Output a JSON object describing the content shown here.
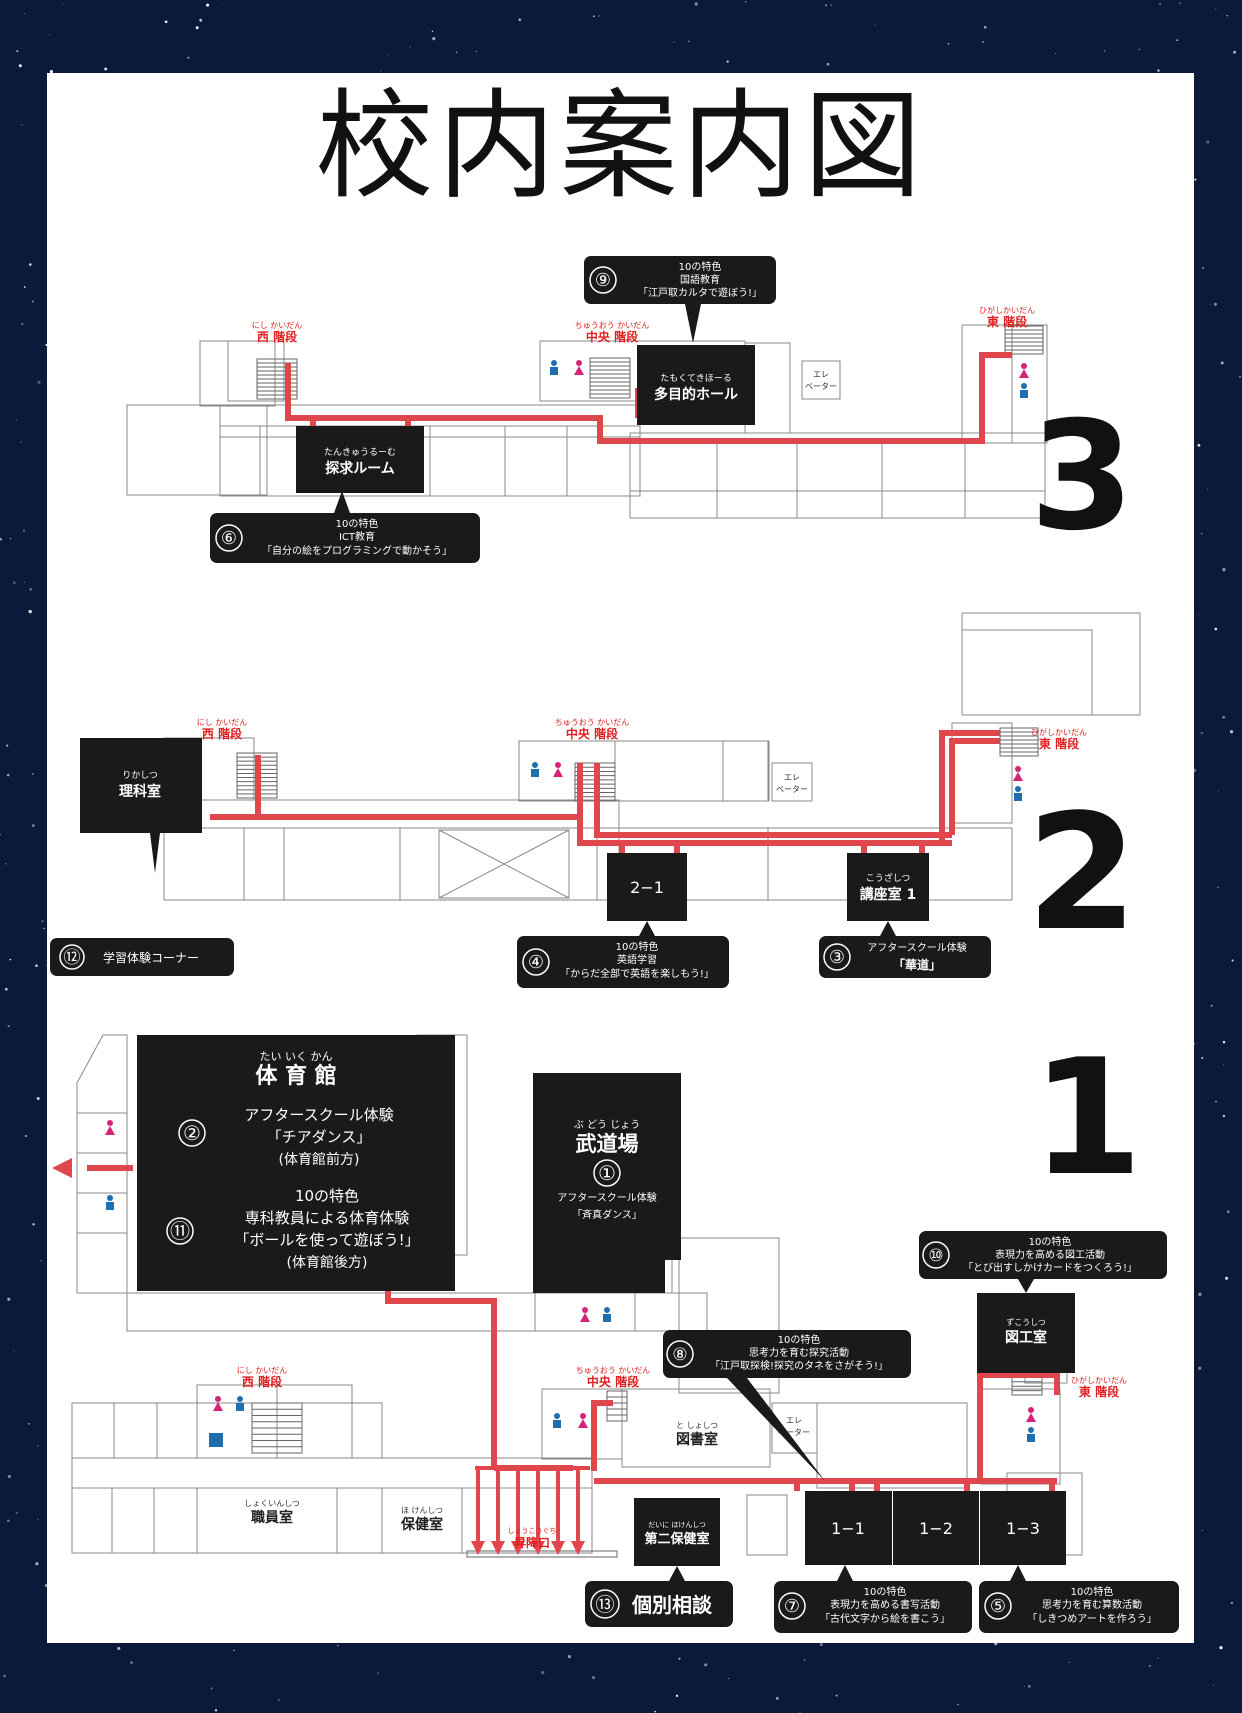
{
  "title": "校内案内図",
  "floors": {
    "f3": {
      "number": "3",
      "stairs_west": {
        "ruby": "にし かいだん",
        "label": "西 階段"
      },
      "stairs_center": {
        "ruby": "ちゅうおう かいだん",
        "label": "中央 階段"
      },
      "stairs_east": {
        "ruby": "ひがしかいだん",
        "label": "東 階段"
      },
      "elevator": {
        "line1": "エレ",
        "line2": "ベーター"
      },
      "room_hall": {
        "ruby": "たもくてきほーる",
        "label": "多目的ホール"
      },
      "room_inquiry": {
        "ruby": "たんきゅうるーむ",
        "label": "探求ルーム"
      },
      "callout_9": {
        "num": "⑨",
        "line1": "10の特色",
        "line2": "国語教育",
        "line3": "「江戸取カルタで遊ぼう!」"
      },
      "callout_6": {
        "num": "⑥",
        "line1": "10の特色",
        "line2": "ICT教育",
        "line3": "「自分の絵をプログラミングで動かそう」"
      }
    },
    "f2": {
      "number": "2",
      "stairs_west": {
        "ruby": "にし かいだん",
        "label": "西 階段"
      },
      "stairs_center": {
        "ruby": "ちゅうおう かいだん",
        "label": "中央 階段"
      },
      "stairs_east": {
        "ruby": "ひがしかいだん",
        "label": "東 階段"
      },
      "elevator": {
        "line1": "エレ",
        "line2": "ベーター"
      },
      "room_science": {
        "ruby": "りかしつ",
        "label": "理科室"
      },
      "room_21": {
        "label": "2−1"
      },
      "room_lecture": {
        "ruby": "こうざしつ",
        "label": "講座室 1"
      },
      "callout_12": {
        "num": "⑫",
        "line1": "学習体験コーナー"
      },
      "callout_4": {
        "num": "④",
        "line1": "10の特色",
        "line2": "英語学習",
        "line3": "「からだ全部で英語を楽しもう!」"
      },
      "callout_3": {
        "num": "③",
        "line1": "アフタースクール体験",
        "line2": "「華道」"
      }
    },
    "f1": {
      "number": "1",
      "gym": {
        "ruby": "たい いく かん",
        "label": "体 育 館",
        "n2": "②",
        "a1": "アフタースクール体験",
        "a2": "「チアダンス」",
        "a3": "(体育館前方)",
        "n11": "⑪",
        "b1": "10の特色",
        "b2": "専科教員による体育体験",
        "b3": "「ボールを使って遊ぼう!」",
        "b4": "(体育館後方)"
      },
      "budo": {
        "ruby": "ぶ どう じょう",
        "label": "武道場",
        "num": "①",
        "line1": "アフタースクール体験",
        "line2": "「斉真ダンス」"
      },
      "stairs_west": {
        "ruby": "にし かいだん",
        "label": "西 階段"
      },
      "stairs_center": {
        "ruby": "ちゅうおう かいだん",
        "label": "中央 階段"
      },
      "stairs_east": {
        "ruby": "ひがしかいだん",
        "label": "東 階段"
      },
      "elevator": {
        "line1": "エレ",
        "line2": "ベーター"
      },
      "room_library": {
        "ruby": "と しょしつ",
        "label": "図書室"
      },
      "room_staff": {
        "ruby": "しょくいんしつ",
        "label": "職員室"
      },
      "room_health": {
        "ruby": "ほ けんしつ",
        "label": "保健室"
      },
      "entrance": {
        "ruby": "しょうこうぐち",
        "label": "昇降口"
      },
      "room_health2": {
        "ruby": "だいに ほけんしつ",
        "label": "第二保健室"
      },
      "room_11": {
        "label": "1−1"
      },
      "room_12": {
        "label": "1−2"
      },
      "room_13": {
        "label": "1−3"
      },
      "room_art": {
        "ruby": "ずこうしつ",
        "label": "図工室"
      },
      "callout_10": {
        "num": "⑩",
        "line1": "10の特色",
        "line2": "表現力を高める図工活動",
        "line3": "「とび出すしかけカードをつくろう!」"
      },
      "callout_8": {
        "num": "⑧",
        "line1": "10の特色",
        "line2": "思考力を育む探究活動",
        "line3": "「江戸取探検!探究のタネをさがそう!」"
      },
      "callout_13": {
        "num": "⑬",
        "line1": "個別相談"
      },
      "callout_7": {
        "num": "⑦",
        "line1": "10の特色",
        "line2": "表現力を高める書写活動",
        "line3": "「古代文字から絵を書こう」"
      },
      "callout_5": {
        "num": "⑤",
        "line1": "10の特色",
        "line2": "思考力を育む算数活動",
        "line3": "「しきつめアートを作ろう」"
      }
    }
  },
  "colors": {
    "route": "#e0474c",
    "room": "#1a1a1a",
    "stair_label": "#e02020",
    "female": "#d6237a",
    "male": "#1f6fb0",
    "background": "#0b1a3a"
  }
}
